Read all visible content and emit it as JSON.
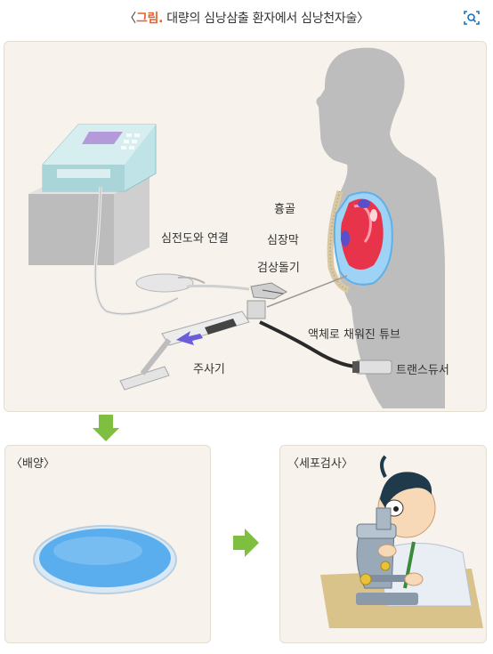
{
  "title": {
    "open_bracket": "〈",
    "prefix": "그림.",
    "text": "대량의 심낭삼출 환자에서 심낭천자술",
    "close_bracket": "〉"
  },
  "lens_button": {
    "icon": "image-search-icon",
    "color": "#1d6fb8"
  },
  "diagram": {
    "labels": {
      "sternum": "흉골",
      "pericardium": "심장막",
      "xiphoid": "검상돌기",
      "ecg_connection": "심전도와 연결",
      "fluid_tube": "액체로 채워진 튜브",
      "syringe": "주사기",
      "transducer": "트랜스듀서"
    },
    "culture_panel": {
      "label": "〈배양〉"
    },
    "cytology_panel": {
      "label": "〈세포검사〉"
    },
    "colors": {
      "arrow_green": "#7fbf3f",
      "heart_red": "#e8344a",
      "pericardium_blue": "#6fb8ec",
      "dish_blue": "#5aaeee",
      "machine_teal": "#bfe3e6"
    }
  }
}
